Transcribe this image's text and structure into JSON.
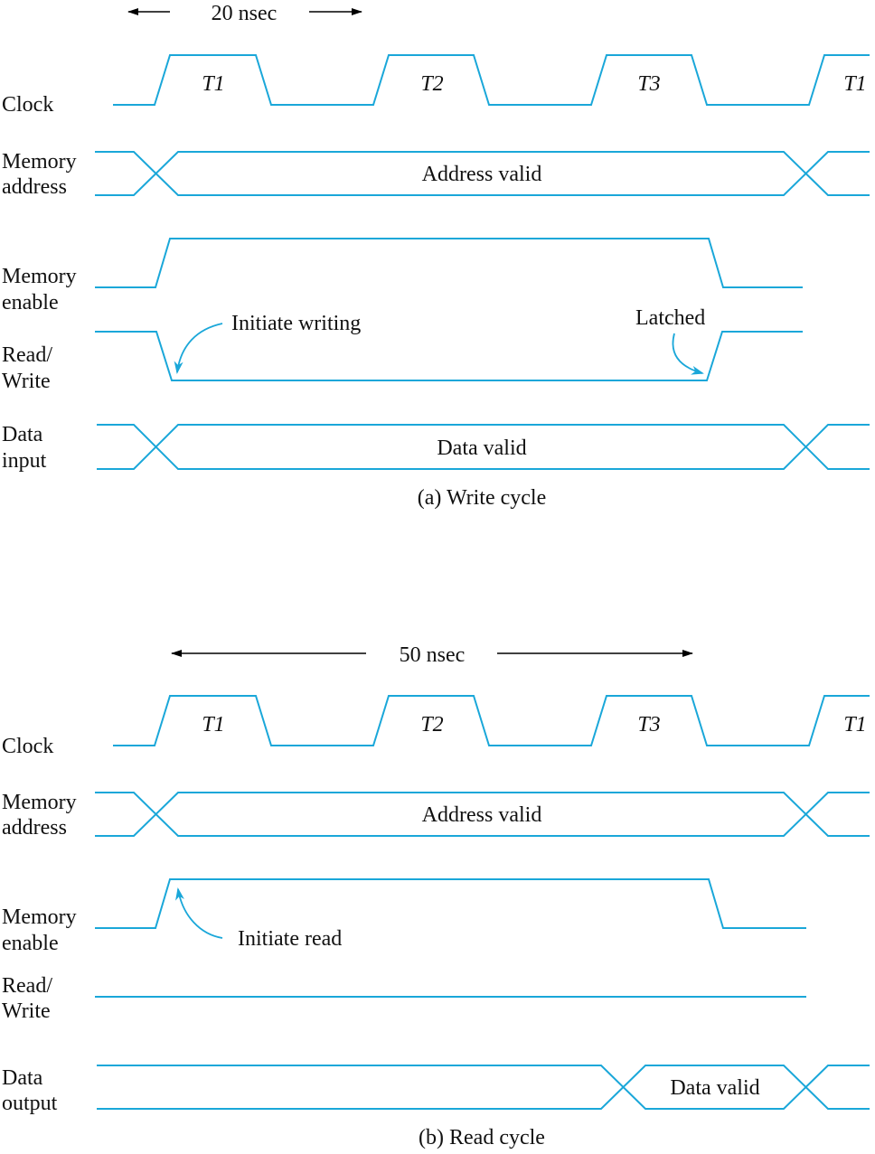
{
  "write": {
    "period_label": "20 nsec",
    "clock_labels": [
      "T1",
      "T2",
      "T3",
      "T1"
    ],
    "signals": {
      "clock": "Clock",
      "addr_1": "Memory",
      "addr_2": "address",
      "enable_1": "Memory",
      "enable_2": "enable",
      "rw_1": "Read/",
      "rw_2": "Write",
      "data_1": "Data",
      "data_2": "input"
    },
    "address_valid": "Address valid",
    "data_valid": "Data valid",
    "initiate": "Initiate writing",
    "latched": "Latched",
    "caption": "(a) Write cycle"
  },
  "read": {
    "period_label": "50 nsec",
    "clock_labels": [
      "T1",
      "T2",
      "T3",
      "T1"
    ],
    "signals": {
      "clock": "Clock",
      "addr_1": "Memory",
      "addr_2": "address",
      "enable_1": "Memory",
      "enable_2": "enable",
      "rw_1": "Read/",
      "rw_2": "Write",
      "data_1": "Data",
      "data_2": "output"
    },
    "address_valid": "Address valid",
    "data_valid": "Data valid",
    "initiate": "Initiate read",
    "caption": "(b) Read cycle"
  }
}
